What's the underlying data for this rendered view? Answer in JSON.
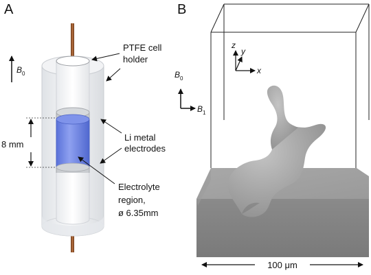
{
  "panel_a": {
    "letter": "A",
    "field": {
      "symbol": "B",
      "subscript": "0"
    },
    "labels": {
      "holder_line1": "PTFE cell",
      "holder_line2": "holder",
      "electrodes_line1": "Li metal",
      "electrodes_line2": "electrodes",
      "electrolyte_line1": "Electrolyte",
      "electrolyte_line2": "region,",
      "electrolyte_line3": "ø 6.35mm"
    },
    "dimension": "8 mm"
  },
  "panel_b": {
    "letter": "B",
    "axes": {
      "z": "z",
      "y": "y",
      "x": "x"
    },
    "field_b0": {
      "symbol": "B",
      "subscript": "0"
    },
    "field_b1": {
      "symbol": "B",
      "subscript": "1"
    },
    "scale_label": "100 μm"
  },
  "colors": {
    "electrolyte": "#6f86e6",
    "holder": "#e9ebee",
    "wire": "#8b4f2a",
    "substrate": "#8c8c8c",
    "dendrite": "#9d9d9d"
  }
}
